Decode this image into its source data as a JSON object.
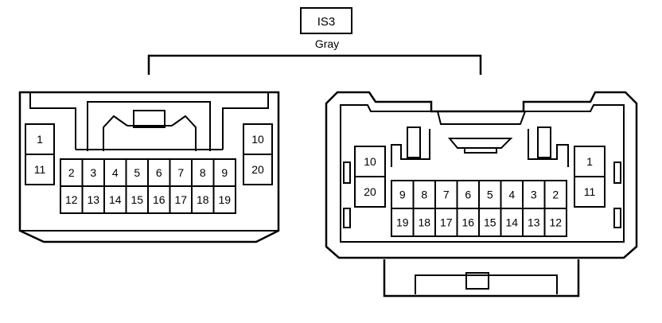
{
  "connector": {
    "id": "IS3",
    "color": "Gray"
  },
  "left_connector": {
    "side_left": [
      "1",
      "11"
    ],
    "center_top": [
      "2",
      "3",
      "4",
      "5",
      "6",
      "7",
      "8",
      "9"
    ],
    "center_bottom": [
      "12",
      "13",
      "14",
      "15",
      "16",
      "17",
      "18",
      "19"
    ],
    "side_right": [
      "10",
      "20"
    ]
  },
  "right_connector": {
    "side_left": [
      "10",
      "20"
    ],
    "center_top": [
      "9",
      "8",
      "7",
      "6",
      "5",
      "4",
      "3",
      "2"
    ],
    "center_bottom": [
      "19",
      "18",
      "17",
      "16",
      "15",
      "14",
      "13",
      "12"
    ],
    "side_right": [
      "1",
      "11"
    ]
  }
}
